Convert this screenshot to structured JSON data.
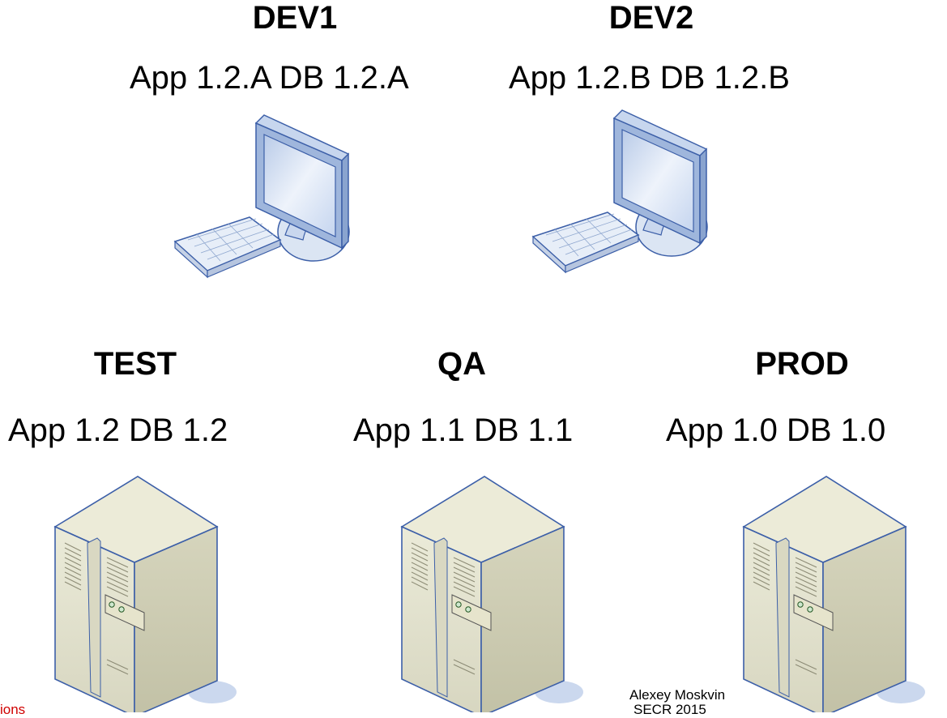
{
  "environments": [
    {
      "name": "DEV1",
      "versions": "App 1.2.A  DB 1.2.A",
      "kind": "workstation"
    },
    {
      "name": "DEV2",
      "versions": "App 1.2.B  DB 1.2.B",
      "kind": "workstation"
    },
    {
      "name": "TEST",
      "versions": "App 1.2  DB 1.2",
      "kind": "server"
    },
    {
      "name": "QA",
      "versions": "App 1.1  DB 1.1",
      "kind": "server"
    },
    {
      "name": "PROD",
      "versions": "App 1.0   DB 1.0",
      "kind": "server"
    }
  ],
  "footer": {
    "author": "Alexey Moskvin",
    "sub": "SECR 2015",
    "left": "ions"
  },
  "colors": {
    "outline": "#3c5fa8",
    "screen": "#dce7f7",
    "server_body": "#eeeedd",
    "shadow": "#c9d6ec"
  }
}
